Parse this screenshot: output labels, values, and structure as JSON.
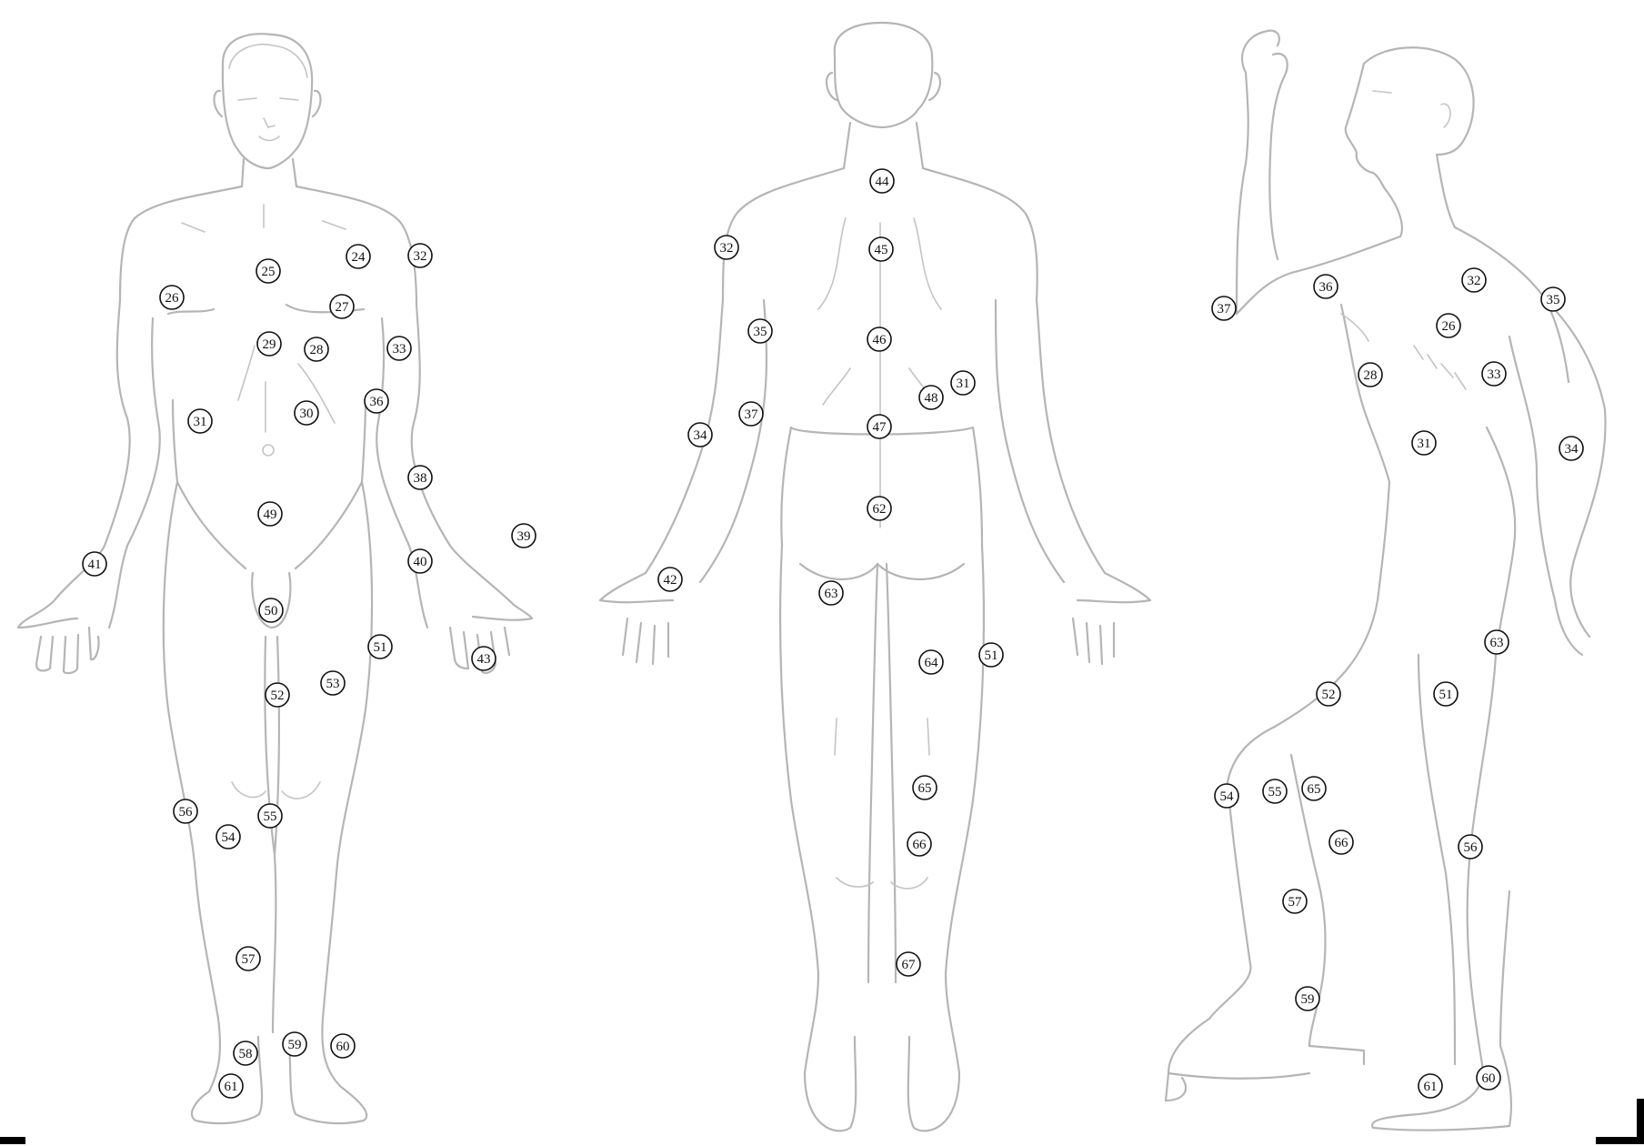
{
  "colors": {
    "outline": "#b5b5b5",
    "marker_ring": "#111111",
    "marker_text": "#111111",
    "background": "#ffffff"
  },
  "views": [
    {
      "name": "front-view",
      "markers": [
        "24",
        "25",
        "26",
        "27",
        "28",
        "29",
        "30",
        "31",
        "32",
        "33",
        "36",
        "38",
        "39",
        "40",
        "41",
        "43",
        "49",
        "50",
        "51",
        "52",
        "53",
        "54",
        "55",
        "56",
        "57",
        "58",
        "59",
        "60",
        "61"
      ]
    },
    {
      "name": "back-view",
      "markers": [
        "31",
        "32",
        "34",
        "35",
        "37",
        "42",
        "44",
        "45",
        "46",
        "47",
        "48",
        "51",
        "62",
        "63",
        "64",
        "65",
        "66",
        "67"
      ]
    },
    {
      "name": "side-view",
      "markers": [
        "26",
        "28",
        "31",
        "32",
        "33",
        "34",
        "35",
        "36",
        "37",
        "51",
        "52",
        "54",
        "55",
        "56",
        "57",
        "59",
        "60",
        "61",
        "63",
        "65",
        "66"
      ]
    }
  ]
}
